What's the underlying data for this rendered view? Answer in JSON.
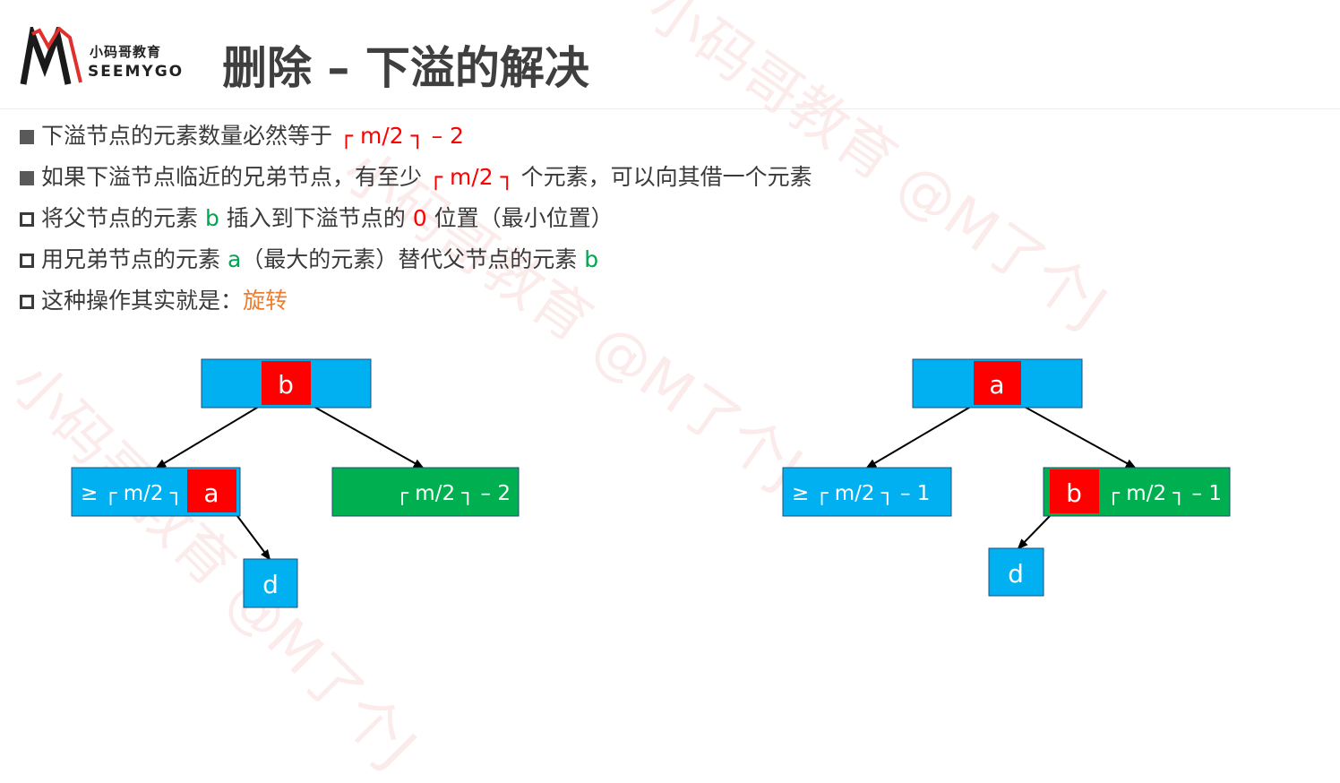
{
  "header": {
    "logo_cn": "小码哥教育",
    "logo_en": "SEEMYGO",
    "title": "删除 – 下溢的解决"
  },
  "watermark": "小码哥教育 @M了个J",
  "bullets": [
    {
      "marker": "filled",
      "parts": [
        {
          "t": "下溢节点的元素数量必然等于 "
        },
        {
          "t": "┌ m/2 ┐ – 2",
          "c": "red"
        }
      ]
    },
    {
      "marker": "filled",
      "parts": [
        {
          "t": "如果下溢节点临近的兄弟节点，有至少 "
        },
        {
          "t": "┌ m/2 ┐",
          "c": "red"
        },
        {
          "t": " 个元素，可以向其借一个元素"
        }
      ]
    },
    {
      "marker": "hollow",
      "parts": [
        {
          "t": "将父节点的元素 "
        },
        {
          "t": "b",
          "c": "green"
        },
        {
          "t": " 插入到下溢节点的 "
        },
        {
          "t": "0",
          "c": "red"
        },
        {
          "t": " 位置（最小位置）"
        }
      ]
    },
    {
      "marker": "hollow",
      "parts": [
        {
          "t": "用兄弟节点的元素 "
        },
        {
          "t": "a",
          "c": "green"
        },
        {
          "t": "（最大的元素）替代父节点的元素 "
        },
        {
          "t": "b",
          "c": "green"
        }
      ]
    },
    {
      "marker": "hollow",
      "parts": [
        {
          "t": "这种操作其实就是："
        },
        {
          "t": "旋转",
          "c": "orange"
        }
      ]
    }
  ],
  "colors": {
    "blue": "#00b0f0",
    "green": "#00b050",
    "red": "#ff0000",
    "title": "#3f3f3f"
  },
  "diagram_left": {
    "parent_key": "b",
    "left_child_label": "≥ ┌ m/2 ┐",
    "left_child_key": "a",
    "right_child_label": "┌ m/2 ┐ – 2",
    "grandchild": "d"
  },
  "diagram_right": {
    "parent_key": "a",
    "left_child_label": "≥ ┌ m/2 ┐ – 1",
    "right_child_key": "b",
    "right_child_label": "┌ m/2 ┐ – 1",
    "grandchild": "d"
  }
}
